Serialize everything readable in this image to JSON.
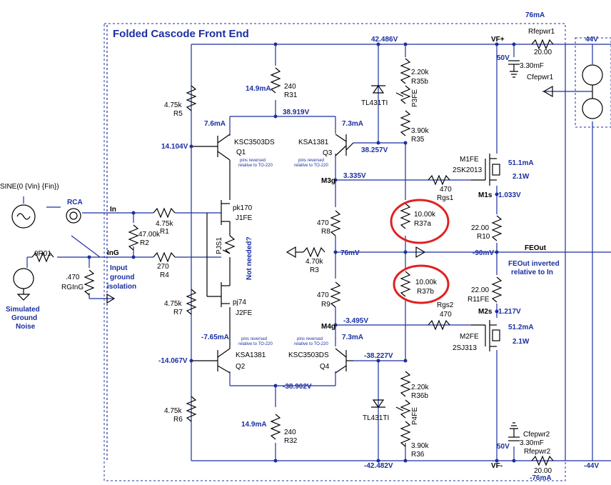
{
  "title": "Folded Cascode Front End",
  "voltages": {
    "top_rail": "42.486V",
    "bot_rail": "-42.482V",
    "vfplus": "VF+",
    "vfminus": "VF-",
    "pos_supply": "44V",
    "neg_supply": "-44V",
    "v50_top": "50V",
    "v50_bot": "50V",
    "n14104": "14.104V",
    "n38919": "38.919V",
    "n38257": "38.257V",
    "m3g": "M3g",
    "n3335": "3.335V",
    "m1s": "M1s",
    "n1033": "1.033V",
    "n76": "76mV",
    "fe90": "-90mV",
    "feout": "FEOut",
    "m4g": "M4g",
    "n3495": "-3.495V",
    "m2s": "M2s",
    "n1217": "1.217V",
    "n14067": "-14.067V",
    "n38227": "-38.227V",
    "n38902": "-38.902V"
  },
  "currents": {
    "i76_top": "76mA",
    "i76_bot": "-76mA",
    "i149_top": "14.9mA",
    "i149_bot": "14.9mA",
    "i76q1": "7.6mA",
    "i73q3": "7.3mA",
    "i765q2": "-7.65mA",
    "i73q4": "7.3mA",
    "i511": "51.1mA",
    "i512": "51.2mA",
    "p21a": "2.1W",
    "p21b": "2.1W"
  },
  "components": {
    "r5v": "4.75k",
    "r5": "R5",
    "r7v": "4.75k",
    "r7": "R7",
    "r6v": "4.75k",
    "r6": "R6",
    "r31v": "240",
    "r31": "R31",
    "r32v": "240",
    "r32": "R32",
    "r35bv": "2.20k",
    "r35b": "R35b",
    "r35v": "3.90k",
    "r35": "R35",
    "r36bv": "2.20k",
    "r36b": "R36b",
    "r36v": "3.90k",
    "r36": "R36",
    "p3fe": "P3FE",
    "p4fe": "P4FE",
    "tl1": "TL431TI",
    "tl2": "TL431TI",
    "q1t": "KSC3503DS",
    "q1": "Q1",
    "q3t": "KSA1381",
    "q3": "Q3",
    "q2t": "KSA1381",
    "q2": "Q2",
    "q4t": "KSC3503DS",
    "q4": "Q4",
    "pins1": "pins reversed",
    "pins1b": "relative to TO-220",
    "pins2": "pins reversed",
    "pins2b": "relative to TO-220",
    "pins3": "pins reversed",
    "pins3b": "relative to TO-220",
    "pins4": "pins reversed",
    "pins4b": "relative to TO-220",
    "j1t": "pk170",
    "j1": "J1FE",
    "j2t": "pj74",
    "j2": "J2FE",
    "pjs1": "PJS1",
    "notneeded": "Not needed?",
    "r1v": "4.75k",
    "r1": "R1",
    "r2v": "47.00k",
    "r2": "R2",
    "r4v": "270",
    "r4": "R4",
    "r8v": "470",
    "r8": "R8",
    "r9v": "470",
    "r9": "R9",
    "r3v": "4.70k",
    "r3": "R3",
    "rgs1v": "470",
    "rgs1": "Rgs1",
    "rgs2": "Rgs2",
    "rgs2v": "470",
    "r37av": "10.00k",
    "r37a": "R37a",
    "r37bv": "10.00k",
    "r37b": "R37b",
    "m1": "M1FE",
    "m1t": "2SK2013",
    "m2": "M2FE",
    "m2t": "2SJ313",
    "r10v": "22.00",
    "r10": "R10",
    "r11v": "22.00",
    "r11": "R11FE",
    "rfp1": "Rfepwr1",
    "rfp1v": "20.00",
    "rfp2": "Rfepwr2",
    "rfp2v": "20.00",
    "cfp1v": "3.30mF",
    "cfp1": "Cfepwr1",
    "cfp2": "Cfepwr2",
    "cfp2v": "3.30mF",
    "sine": "SINE(0 {Vin} {Fin})",
    "rca": "RCA",
    "in": "In",
    "ing": "InG",
    "r0": "0R01",
    "rgingv": ".470",
    "rging": "RGInG",
    "iso1": "Input",
    "iso2": "ground",
    "iso3": "isolation",
    "sim1": "Simulated",
    "sim2": "Ground",
    "sim3": "Noise",
    "fenote1": "FEOut inverted",
    "fenote2": "relative to In"
  }
}
